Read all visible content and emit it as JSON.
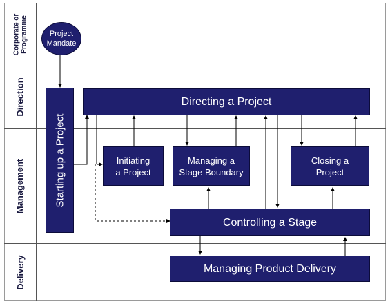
{
  "lanes": [
    {
      "id": "corporate",
      "label": "Corporate or\nProgramme"
    },
    {
      "id": "direction",
      "label": "Direction"
    },
    {
      "id": "management",
      "label": "Management"
    },
    {
      "id": "delivery",
      "label": "Delivery"
    }
  ],
  "nodes": {
    "project_mandate": "Project\nMandate",
    "starting_up": "Starting up a Project",
    "directing": "Directing a Project",
    "initiating": "Initiating\na Project",
    "managing_stage_boundary": "Managing a\nStage Boundary",
    "closing": "Closing a\nProject",
    "controlling": "Controlling a Stage",
    "managing_product_delivery": "Managing Product Delivery"
  },
  "colors": {
    "box_fill": "#1f1f6e",
    "box_text": "#ffffff",
    "lines": "#000000"
  }
}
